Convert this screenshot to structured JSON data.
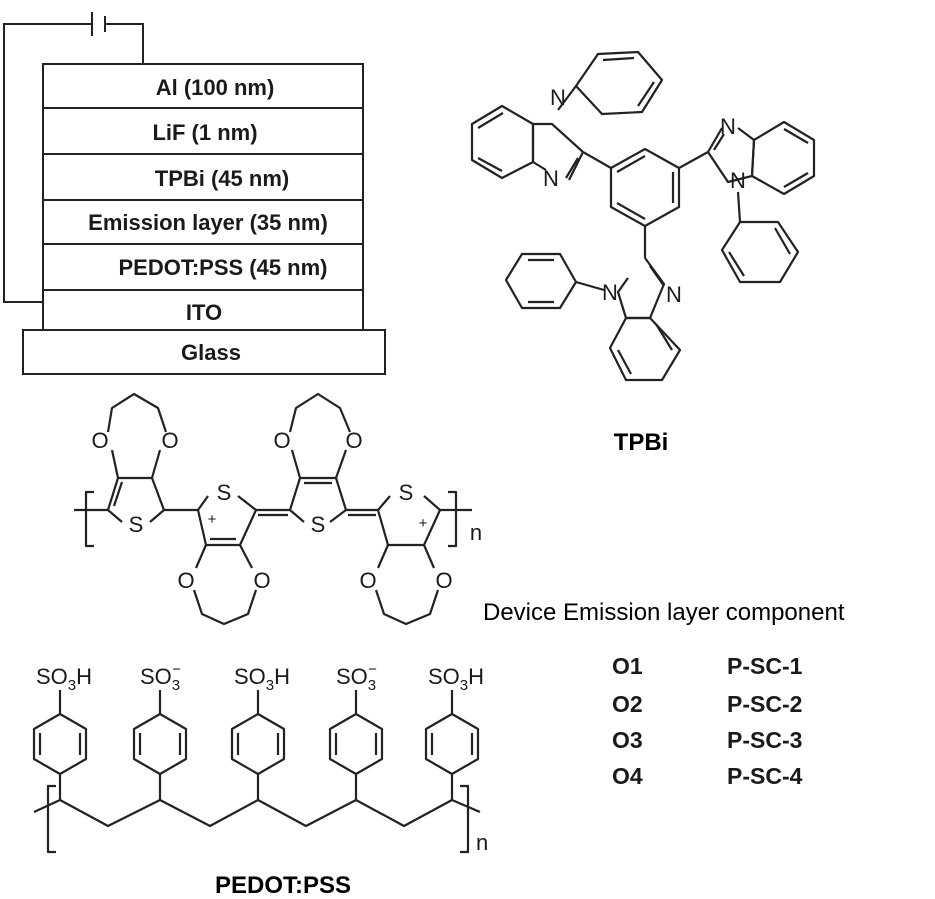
{
  "device_stack": {
    "layers": [
      "Al (100 nm)",
      "LiF (1 nm)",
      "TPBi (45 nm)",
      "Emission layer (35 nm)",
      "PEDOT:PSS (45 nm)",
      "ITO"
    ],
    "substrate": "Glass"
  },
  "tpbi": {
    "caption": "TPBi",
    "atoms": {
      "n_top_a": "N",
      "n_top_b": "N",
      "n_right_a": "N",
      "n_right_b": "N",
      "n_bot_a": "N",
      "n_bot_b": "N"
    }
  },
  "pedot": {
    "s1": "S",
    "s2": "S",
    "s3": "S",
    "s4": "S",
    "plus1": "+",
    "plus2": "+",
    "o_labels": [
      "O",
      "O",
      "O",
      "O",
      "O",
      "O",
      "O",
      "O"
    ],
    "repeat": "n"
  },
  "pss": {
    "groups": [
      "SO3H",
      "SO3-",
      "SO3H",
      "SO3-",
      "SO3H"
    ],
    "repeat": "n",
    "caption": "PEDOT:PSS"
  },
  "emission_table": {
    "heading": "Device Emission layer component",
    "rows": [
      {
        "device": "O1",
        "component": "P-SC-1"
      },
      {
        "device": "O2",
        "component": "P-SC-2"
      },
      {
        "device": "O3",
        "component": "P-SC-3"
      },
      {
        "device": "O4",
        "component": "P-SC-4"
      }
    ]
  }
}
